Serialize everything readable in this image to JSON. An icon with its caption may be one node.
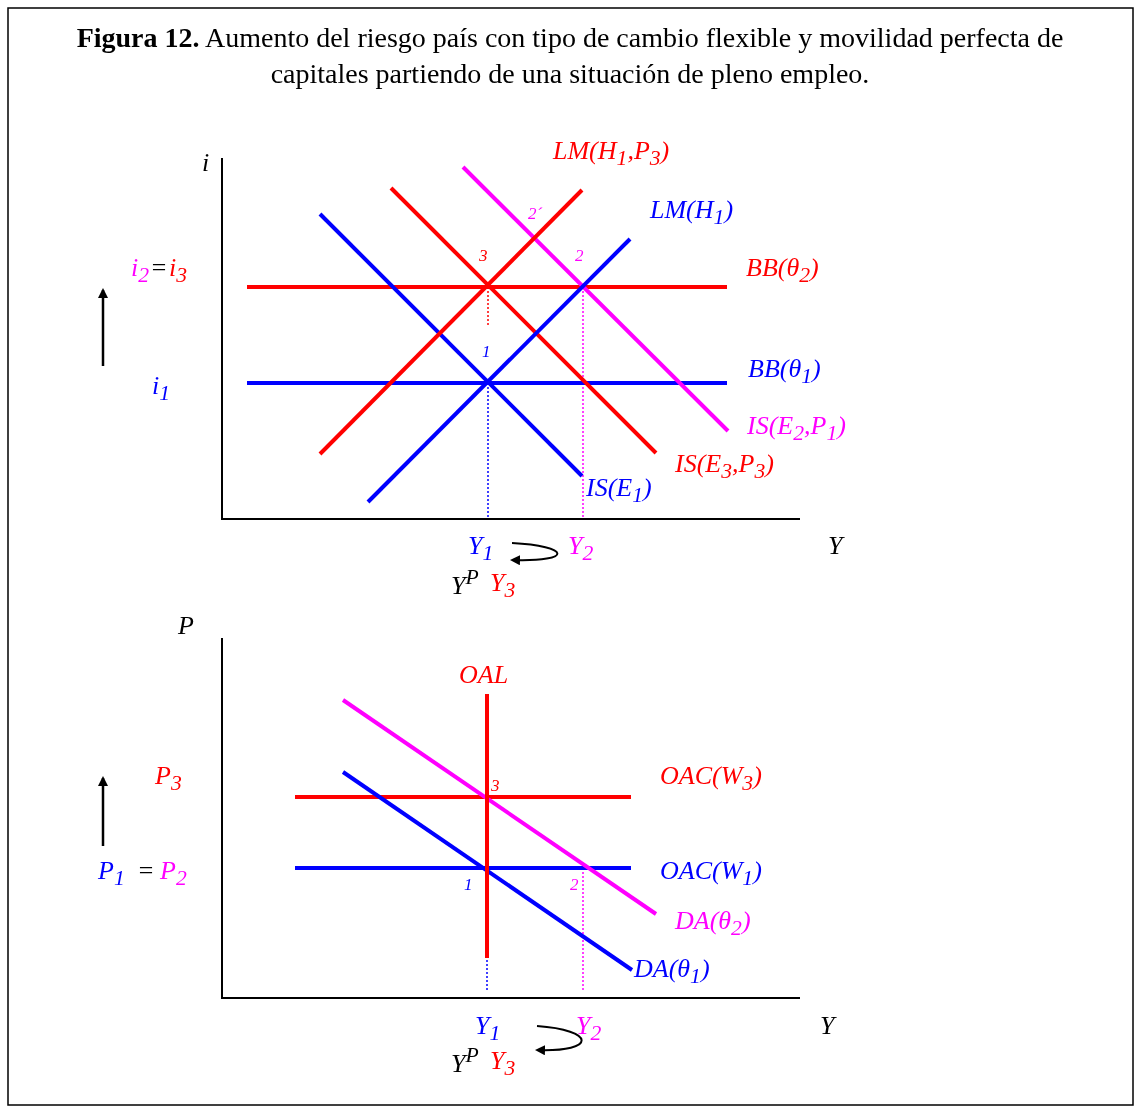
{
  "diagram": {
    "title": "**Figura  12.** Aumento del riesgo país con tipo de cambio flexible y movilidad perfecta de capitales partiendo de una situación de pleno empleo.",
    "labels": [
      "i",
      "LM(H$_{1}$,P$_{3}$)",
      "2´",
      "LM(H$_{1}$)",
      "3",
      "2",
      "i$_{2}$",
      "=",
      "i$_{3}$",
      "BB(θ$_{2}$)",
      "1",
      "BB(θ$_{1}$)",
      "i$_{1}$",
      "IS(E$_{2}$,P$_{1}$)",
      "IS(E$_{3}$,P$_{3}$)",
      "IS(E$_{1}$)",
      "Y$_{1}$",
      "Y$_{2}$",
      "Y",
      "Y$^{P}$",
      "Y$_{3}$",
      "P",
      "OAL",
      "P$_{3}$",
      "3",
      "OAC(W$_{3}$)",
      "P$_{1}$",
      "=",
      "P$_{2}$",
      "OAC(W$_{1}$)",
      "1",
      "2",
      "DA(θ$_{2}$)",
      "DA(θ$_{1}$)",
      "Y$_{1}$",
      "Y$_{2}$",
      "Y",
      "Y$^{P}$",
      "Y$_{3}$"
    ]
  }
}
